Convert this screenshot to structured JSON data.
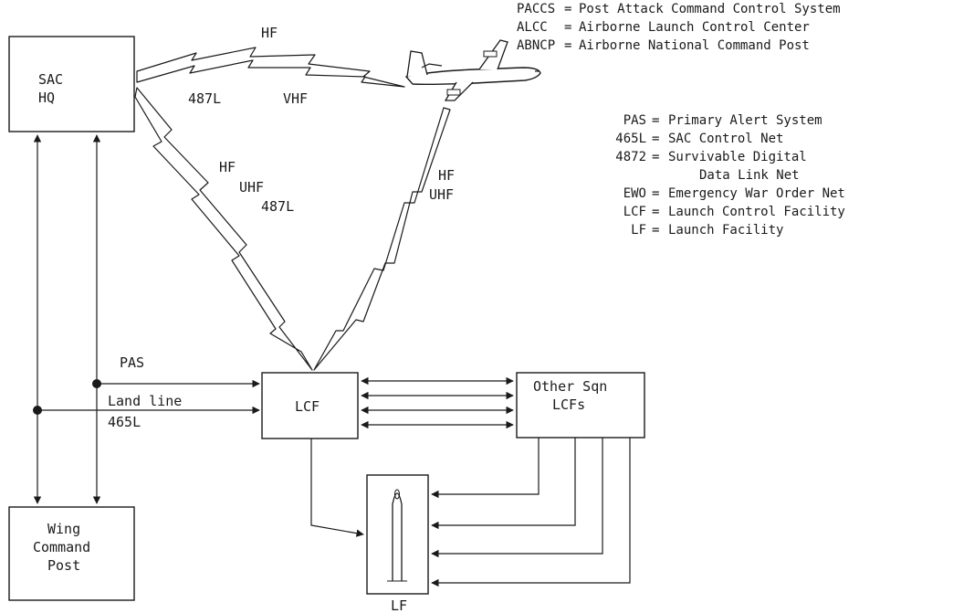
{
  "nodes": {
    "sac_hq": [
      "SAC",
      "HQ"
    ],
    "lcf": "LCF",
    "other_lcfs": [
      "Other Sqn",
      "LCFs"
    ],
    "wing": [
      "Wing",
      "Command",
      "Post"
    ],
    "lf": "LF"
  },
  "link_labels": {
    "hf_top": "HF",
    "l487_top": "487L",
    "vhf": "VHF",
    "hf_left": "HF",
    "uhf_left": "UHF",
    "l487_left": "487L",
    "hf_right": "HF",
    "uhf_right": "UHF",
    "pas": "PAS",
    "land_line": "Land line",
    "l465": "465L"
  },
  "legend_top": [
    {
      "abbr": "PACCS",
      "text": "Post Attack Command Control System"
    },
    {
      "abbr": "ALCC",
      "text": "Airborne Launch Control Center"
    },
    {
      "abbr": "ABNCP",
      "text": "Airborne National Command Post"
    }
  ],
  "legend_bottom": [
    {
      "abbr": "PAS",
      "text": "Primary Alert System"
    },
    {
      "abbr": "465L",
      "text": "SAC Control Net"
    },
    {
      "abbr": "4872",
      "text": "Survivable Digital"
    },
    {
      "abbr": "",
      "text": "Data Link Net"
    },
    {
      "abbr": "EWO",
      "text": "Emergency War Order Net"
    },
    {
      "abbr": "LCF",
      "text": "Launch Control Facility"
    },
    {
      "abbr": "LF",
      "text": "Launch Facility"
    }
  ],
  "icons": {
    "aircraft": "airplane-icon",
    "missile": "missile-icon"
  }
}
